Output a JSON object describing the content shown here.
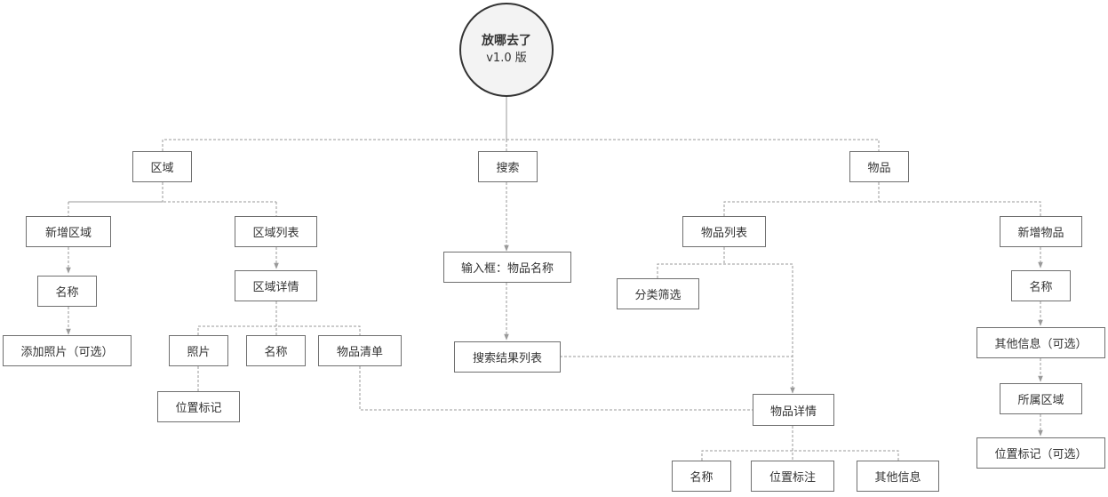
{
  "root": {
    "title": "放哪去了",
    "version": "v1.0 版"
  },
  "nodes": {
    "area": "区域",
    "search": "搜索",
    "item": "物品",
    "add_area": "新增区域",
    "add_area_name": "名称",
    "add_area_photo": "添加照片（可选）",
    "area_list": "区域列表",
    "area_detail": "区域详情",
    "area_photo": "照片",
    "area_photo_pos": "位置标记",
    "area_name": "名称",
    "area_items": "物品清单",
    "search_input": "输入框：物品名称",
    "search_results": "搜索结果列表",
    "item_list": "物品列表",
    "item_filter": "分类筛选",
    "item_detail": "物品详情",
    "detail_name": "名称",
    "detail_pos": "位置标注",
    "detail_other": "其他信息",
    "add_item": "新增物品",
    "add_item_name": "名称",
    "add_item_other": "其他信息（可选）",
    "add_item_area": "所属区域",
    "add_item_pos": "位置标记（可选）"
  },
  "colors": {
    "line": "#9a9a9a",
    "border": "#6f6f6f",
    "root_fill": "#f3f3f3",
    "text": "#333333"
  }
}
